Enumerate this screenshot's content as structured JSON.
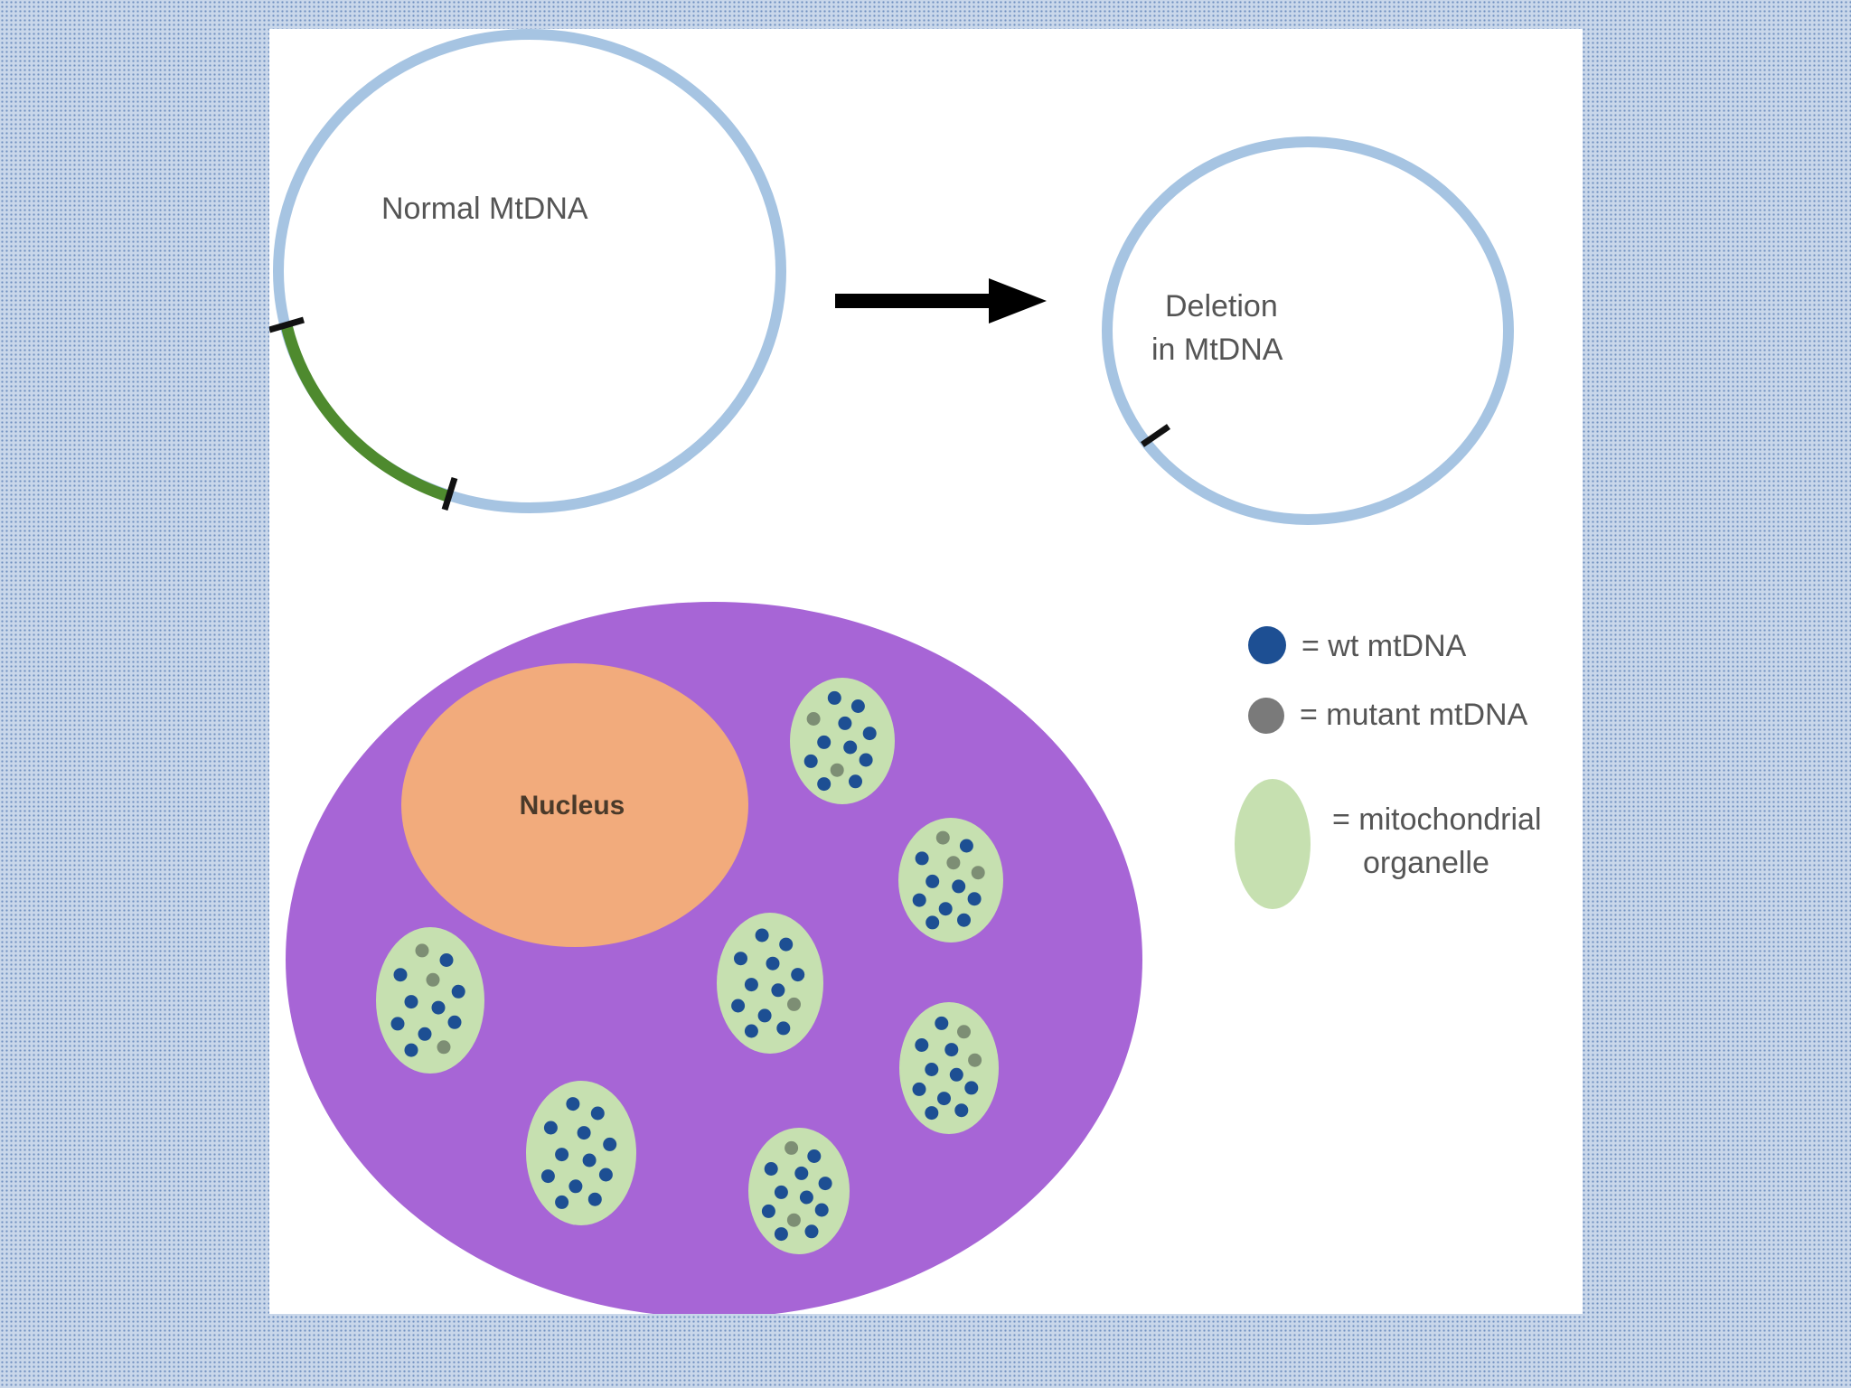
{
  "labels": {
    "normal": "Normal MtDNA",
    "deletion_line1": "Deletion",
    "deletion_line2": "in MtDNA",
    "nucleus": "Nucleus"
  },
  "legend": {
    "wt": "= wt mtDNA",
    "mutant": "= mutant mtDNA",
    "organelle_line1": "= mitochondrial",
    "organelle_line2": "organelle"
  },
  "colors": {
    "plasmid_ring": "#a6c4e2",
    "deleted_segment": "#4e8a2e",
    "cell": "#a765d6",
    "nucleus": "#f2ab7c",
    "organelle": "#c6e0b0",
    "wt_dot": "#1d4f93",
    "mutant_dot": "#7d8e74",
    "legend_mutant_dot": "#7a7a7a"
  }
}
